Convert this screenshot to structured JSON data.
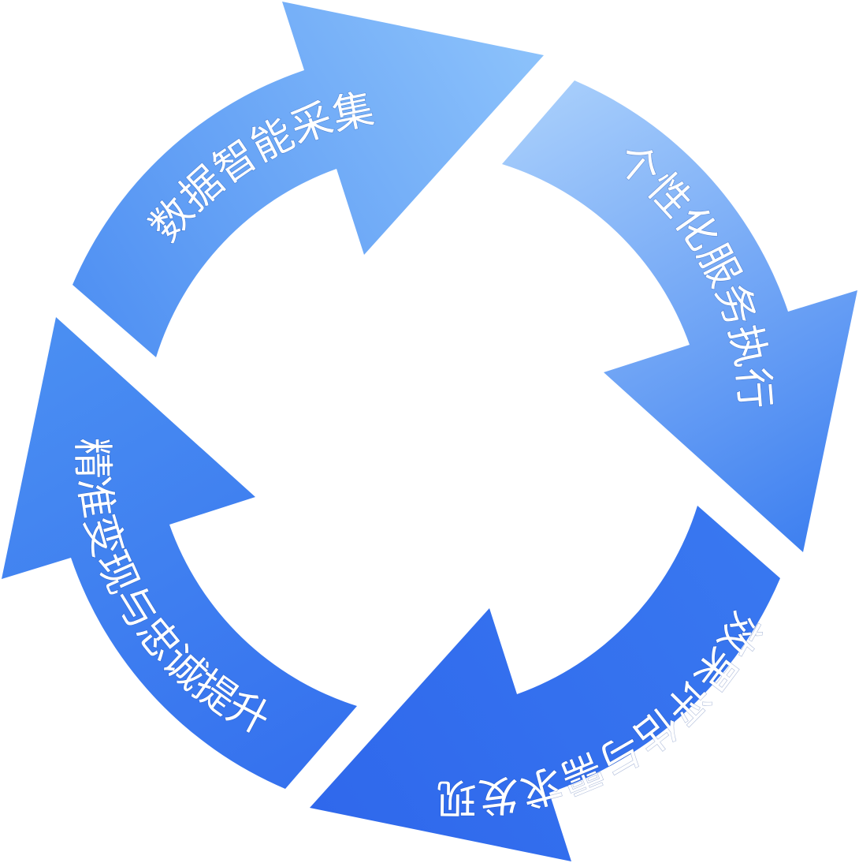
{
  "diagram": {
    "type": "cycle",
    "segments": [
      {
        "label": "数据智能采集"
      },
      {
        "label": "个性化服务执行"
      },
      {
        "label": "效果评估与需求发现"
      },
      {
        "label": "精准变现与忠诚提升"
      }
    ]
  }
}
